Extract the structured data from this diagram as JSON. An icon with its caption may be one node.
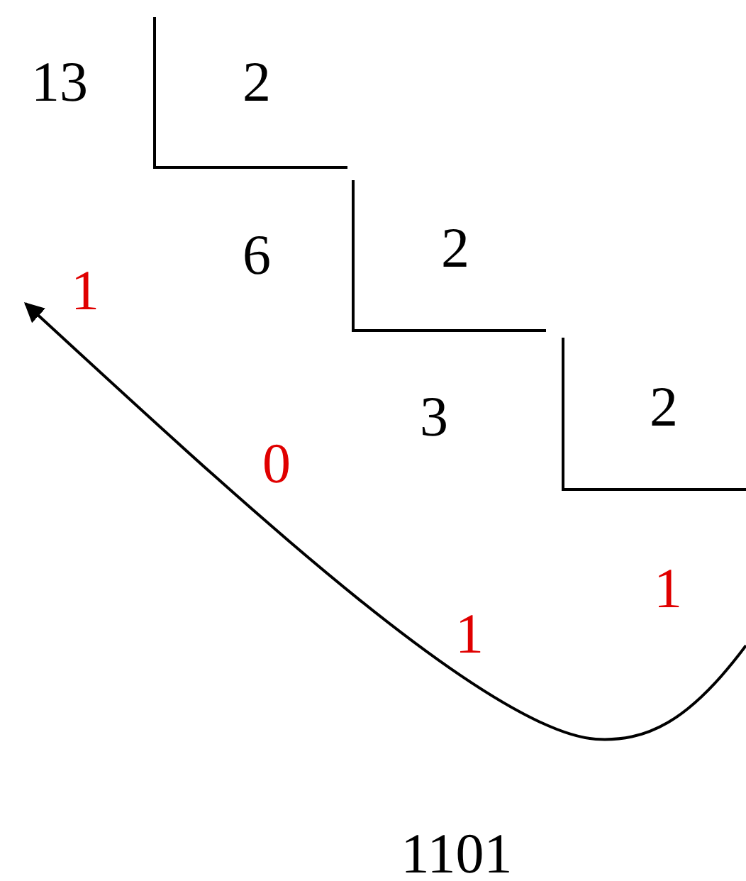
{
  "diagram": {
    "labels": [
      "13",
      "2",
      "6",
      "2",
      "1",
      "3",
      "2",
      "0",
      "1",
      "1",
      "1101"
    ]
  }
}
